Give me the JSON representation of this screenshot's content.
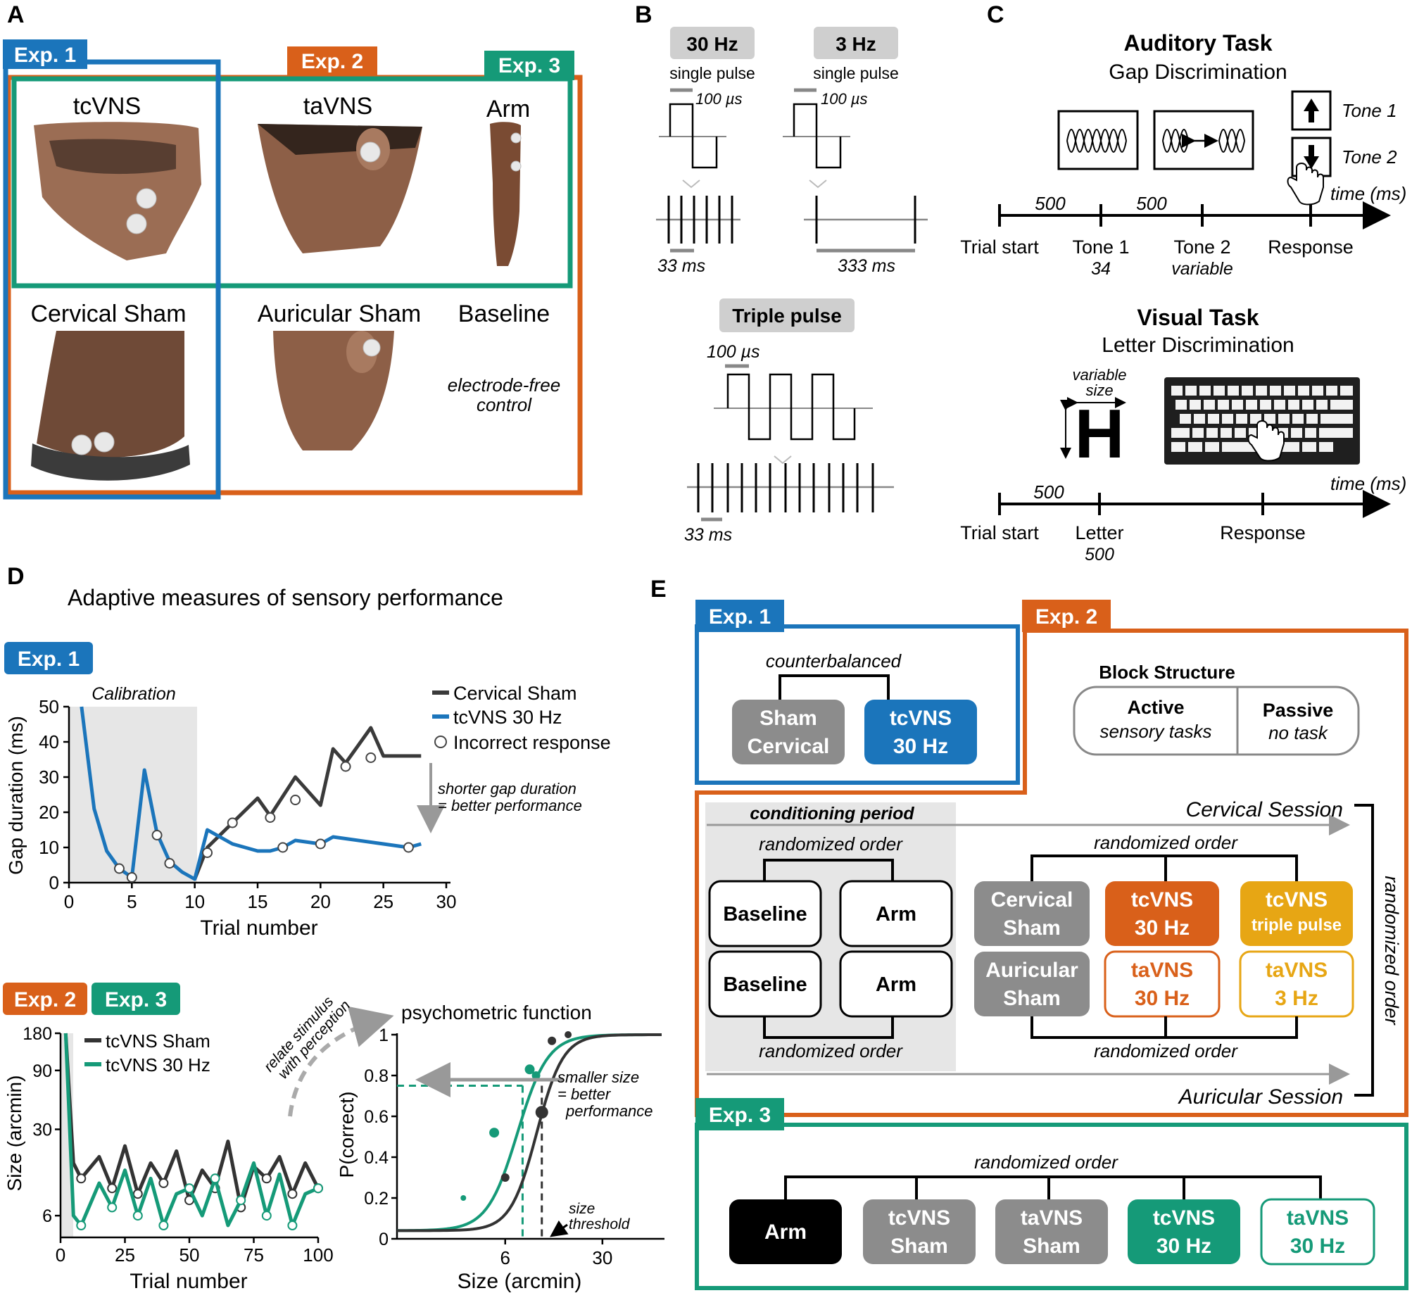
{
  "panels": {
    "A": "A",
    "B": "B",
    "C": "C",
    "D": "D",
    "E": "E"
  },
  "colors": {
    "exp1": "#1b75bb",
    "exp2": "#d9601a",
    "exp3": "#159a78",
    "gray": "#8c8c8c",
    "yellow": "#e7a614",
    "black": "#000000"
  },
  "panel_a": {
    "exp1": "Exp. 1",
    "exp2": "Exp. 2",
    "exp3": "Exp. 3",
    "tcvns": "tcVNS",
    "tavns": "taVNS",
    "arm": "Arm",
    "cervical_sham": "Cervical Sham",
    "auricular_sham": "Auricular Sham",
    "baseline": "Baseline",
    "control_line1": "electrode-free",
    "control_line2": "control"
  },
  "panel_b": {
    "hz30": "30 Hz",
    "hz3": "3 Hz",
    "single_pulse": "single pulse",
    "us100": "100 µs",
    "ms33": "33 ms",
    "ms333": "333 ms",
    "triple": "Triple pulse"
  },
  "panel_c": {
    "aud_title": "Auditory Task",
    "aud_sub": "Gap Discrimination",
    "tone1": "Tone 1",
    "tone2": "Tone 2",
    "time_ms": "time (ms)",
    "t500a": "500",
    "t500b": "500",
    "trial_start": "Trial start",
    "tone1_lbl": "Tone 1",
    "tone1_val": "34",
    "tone2_lbl": "Tone 2",
    "tone2_val": "variable",
    "response": "Response",
    "vis_title": "Visual Task",
    "vis_sub": "Letter Discrimination",
    "variable": "variable",
    "size": "size",
    "letter_h": "H",
    "v500": "500",
    "letter": "Letter",
    "letter_val": "500"
  },
  "panel_d": {
    "title": "Adaptive measures of sensory performance",
    "exp1": "Exp. 1",
    "exp2": "Exp. 2",
    "exp3": "Exp. 3",
    "calibration": "Calibration",
    "ylabel1": "Gap duration (ms)",
    "xlabel1": "Trial number",
    "legend1": [
      "Cervical Sham",
      "tcVNS 30 Hz",
      "Incorrect response"
    ],
    "note1": "shorter gap duration",
    "note2": "= better performance",
    "ylabel2": "Size (arcmin)",
    "xlabel2": "Trial number",
    "legend2": [
      "tcVNS Sham",
      "tcVNS 30 Hz"
    ],
    "relate1": "relate stimulus",
    "relate2": "with perception",
    "psy_title": "psychometric function",
    "ylabel3": "P(correct)",
    "xlabel3": "Size (arcmin)",
    "smaller1": "smaller size",
    "smaller2": "= better",
    "smaller3": "performance",
    "thr1": "size",
    "thr2": "threshold"
  },
  "chart_data": [
    {
      "type": "line",
      "title": "",
      "xlabel": "Trial number",
      "ylabel": "Gap duration (ms)",
      "xlim": [
        0,
        30
      ],
      "ylim": [
        0,
        50
      ],
      "xticks": [
        0,
        5,
        10,
        15,
        20,
        25,
        30
      ],
      "yticks": [
        0,
        10,
        20,
        30,
        40,
        50
      ],
      "shaded_region": {
        "label": "Calibration",
        "x": [
          0,
          10
        ]
      },
      "series": [
        {
          "name": "Cervical Sham",
          "x": [
            10,
            11,
            13,
            15,
            16,
            18,
            20,
            21,
            22,
            24,
            25,
            28
          ],
          "y": [
            1,
            10,
            17,
            24,
            19,
            30,
            22,
            38,
            34,
            44,
            36,
            36
          ]
        },
        {
          "name": "tcVNS 30 Hz",
          "x": [
            1,
            2,
            3,
            4,
            5,
            6,
            7,
            8,
            9,
            10,
            11,
            13,
            15,
            16,
            17,
            18,
            20,
            21,
            25,
            27,
            28
          ],
          "y": [
            50,
            21,
            9,
            4,
            1.5,
            32,
            14,
            6,
            3,
            1,
            15,
            11,
            9,
            9,
            10,
            12,
            11,
            13,
            11,
            10,
            11
          ]
        }
      ],
      "incorrect_markers": {
        "x": [
          4,
          5,
          7,
          8,
          11,
          13,
          16,
          17,
          18,
          20,
          22,
          24,
          27
        ],
        "y": [
          4,
          1.5,
          13.5,
          5.5,
          8.5,
          17,
          18.5,
          10,
          23.5,
          11,
          33,
          35.5,
          10
        ]
      }
    },
    {
      "type": "line",
      "title": "",
      "xlabel": "Trial number",
      "ylabel": "Size (arcmin)",
      "xlim": [
        0,
        100
      ],
      "ylim": [
        4,
        180
      ],
      "yscale": "log",
      "xticks": [
        0,
        25,
        50,
        75,
        100
      ],
      "yticks": [
        6,
        30,
        90,
        180
      ],
      "series": [
        {
          "name": "tcVNS Sham",
          "x": [
            2,
            5,
            8,
            15,
            20,
            25,
            30,
            35,
            40,
            45,
            50,
            55,
            60,
            65,
            70,
            75,
            80,
            85,
            90,
            95,
            100
          ],
          "y": [
            180,
            16,
            12,
            18,
            10,
            22,
            9,
            16,
            11,
            20,
            8,
            14,
            10,
            24,
            7,
            15,
            12,
            18,
            9,
            16,
            10
          ]
        },
        {
          "name": "tcVNS 30 Hz",
          "x": [
            2,
            5,
            8,
            15,
            20,
            25,
            30,
            35,
            40,
            45,
            50,
            55,
            60,
            65,
            70,
            75,
            80,
            85,
            90,
            95,
            100
          ],
          "y": [
            180,
            6,
            5,
            11,
            7,
            14,
            6,
            12,
            5,
            9,
            10,
            6,
            12,
            5,
            8,
            16,
            6,
            13,
            5,
            9,
            10
          ]
        }
      ]
    },
    {
      "type": "line",
      "title": "psychometric function",
      "xlabel": "Size (arcmin)",
      "ylabel": "P(correct)",
      "xticks": [
        6,
        30
      ],
      "ylim": [
        0,
        1
      ],
      "yticks": [
        0,
        0.2,
        0.4,
        0.6,
        0.8,
        1
      ],
      "threshold_level": 0.75,
      "series": [
        {
          "name": "tcVNS 30 Hz",
          "threshold": 8
        },
        {
          "name": "tcVNS Sham",
          "threshold": 11
        }
      ]
    }
  ],
  "panel_e": {
    "exp1": "Exp. 1",
    "exp2": "Exp. 2",
    "exp3": "Exp. 3",
    "counterbalanced": "counterbalanced",
    "sham1": "Sham",
    "sham2": "Cervical",
    "tc1": "tcVNS",
    "tc2": "30 Hz",
    "block": "Block Structure",
    "active": "Active",
    "active_sub": "sensory tasks",
    "passive": "Passive",
    "passive_sub": "no task",
    "conditioning": "conditioning period",
    "cervical_session": "Cervical  Session",
    "auricular_session": "Auricular Session",
    "randomized": "randomized order",
    "baseline": "Baseline",
    "arm": "Arm",
    "cerv_sham1": "Cervical",
    "cerv_sham2": "Sham",
    "aur_sham1": "Auricular",
    "aur_sham2": "Sham",
    "tcvns": "tcVNS",
    "hz30": "30 Hz",
    "triple": "triple pulse",
    "tavns": "taVNS",
    "hz3": "3 Hz",
    "exp3_arm": "Arm",
    "exp3_tc1": "tcVNS",
    "exp3_tc2": "Sham",
    "exp3_ta1": "taVNS",
    "exp3_ta2": "Sham",
    "exp3_tc3": "tcVNS",
    "exp3_tc4": "30 Hz",
    "exp3_ta3": "taVNS",
    "exp3_ta4": "30 Hz"
  }
}
